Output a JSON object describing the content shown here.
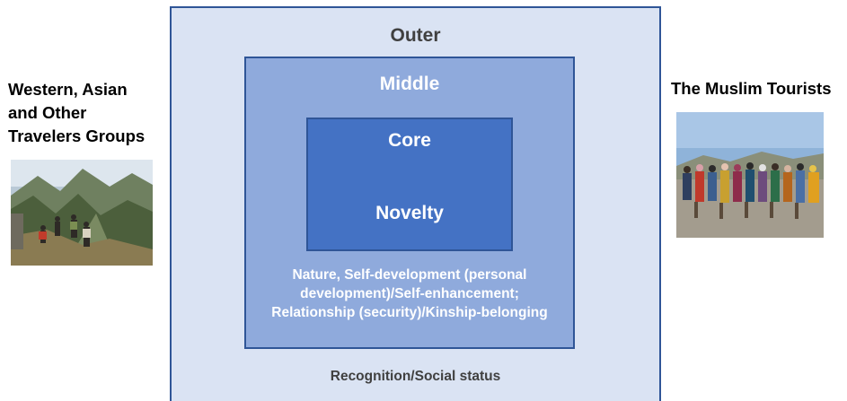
{
  "diagram": {
    "outer": {
      "title": "Outer",
      "text": "Recognition/Social status"
    },
    "middle": {
      "title": "Middle",
      "text_lines": [
        "Nature, Self-development (personal",
        "development)/Self-enhancement;",
        "Relationship (security)/Kinship-belonging"
      ]
    },
    "core": {
      "title": "Core",
      "text": "Novelty"
    }
  },
  "left_group": {
    "title_lines": [
      "Western, Asian",
      "and Other",
      "Travelers Groups"
    ],
    "photo_icon": "hikers-in-mountains-photo"
  },
  "right_group": {
    "title": "The Muslim Tourists",
    "photo_icon": "group-of-tourists-photo"
  },
  "colors": {
    "outer_fill": "#dae3f3",
    "middle_fill": "#8faadc",
    "core_fill": "#4472c4",
    "border": "#2f5597"
  }
}
